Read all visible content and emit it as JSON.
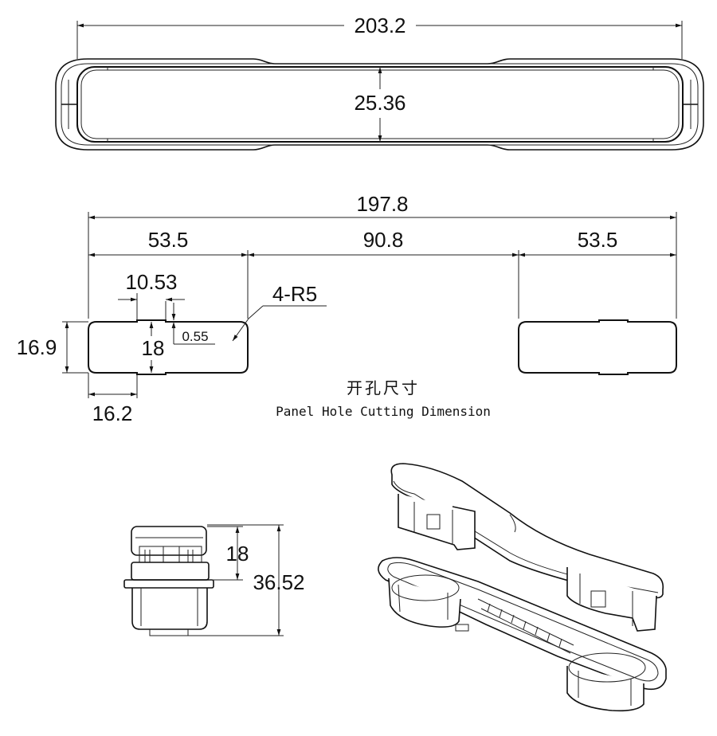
{
  "top_view": {
    "overall_length": "203.2",
    "height": "25.36"
  },
  "cutout": {
    "overall_width": "197.8",
    "left_section": "53.5",
    "middle_section": "90.8",
    "right_section": "53.5",
    "notch_width": "10.53",
    "notch_depth": "0.55",
    "inner_height": "18",
    "outer_height": "16.9",
    "offset_width": "16.2",
    "radius_note": "4-R5",
    "caption_cn": "开孔尺寸",
    "caption_en": "Panel Hole Cutting Dimension"
  },
  "side_view": {
    "upper_height": "18",
    "total_height": "36.52"
  }
}
